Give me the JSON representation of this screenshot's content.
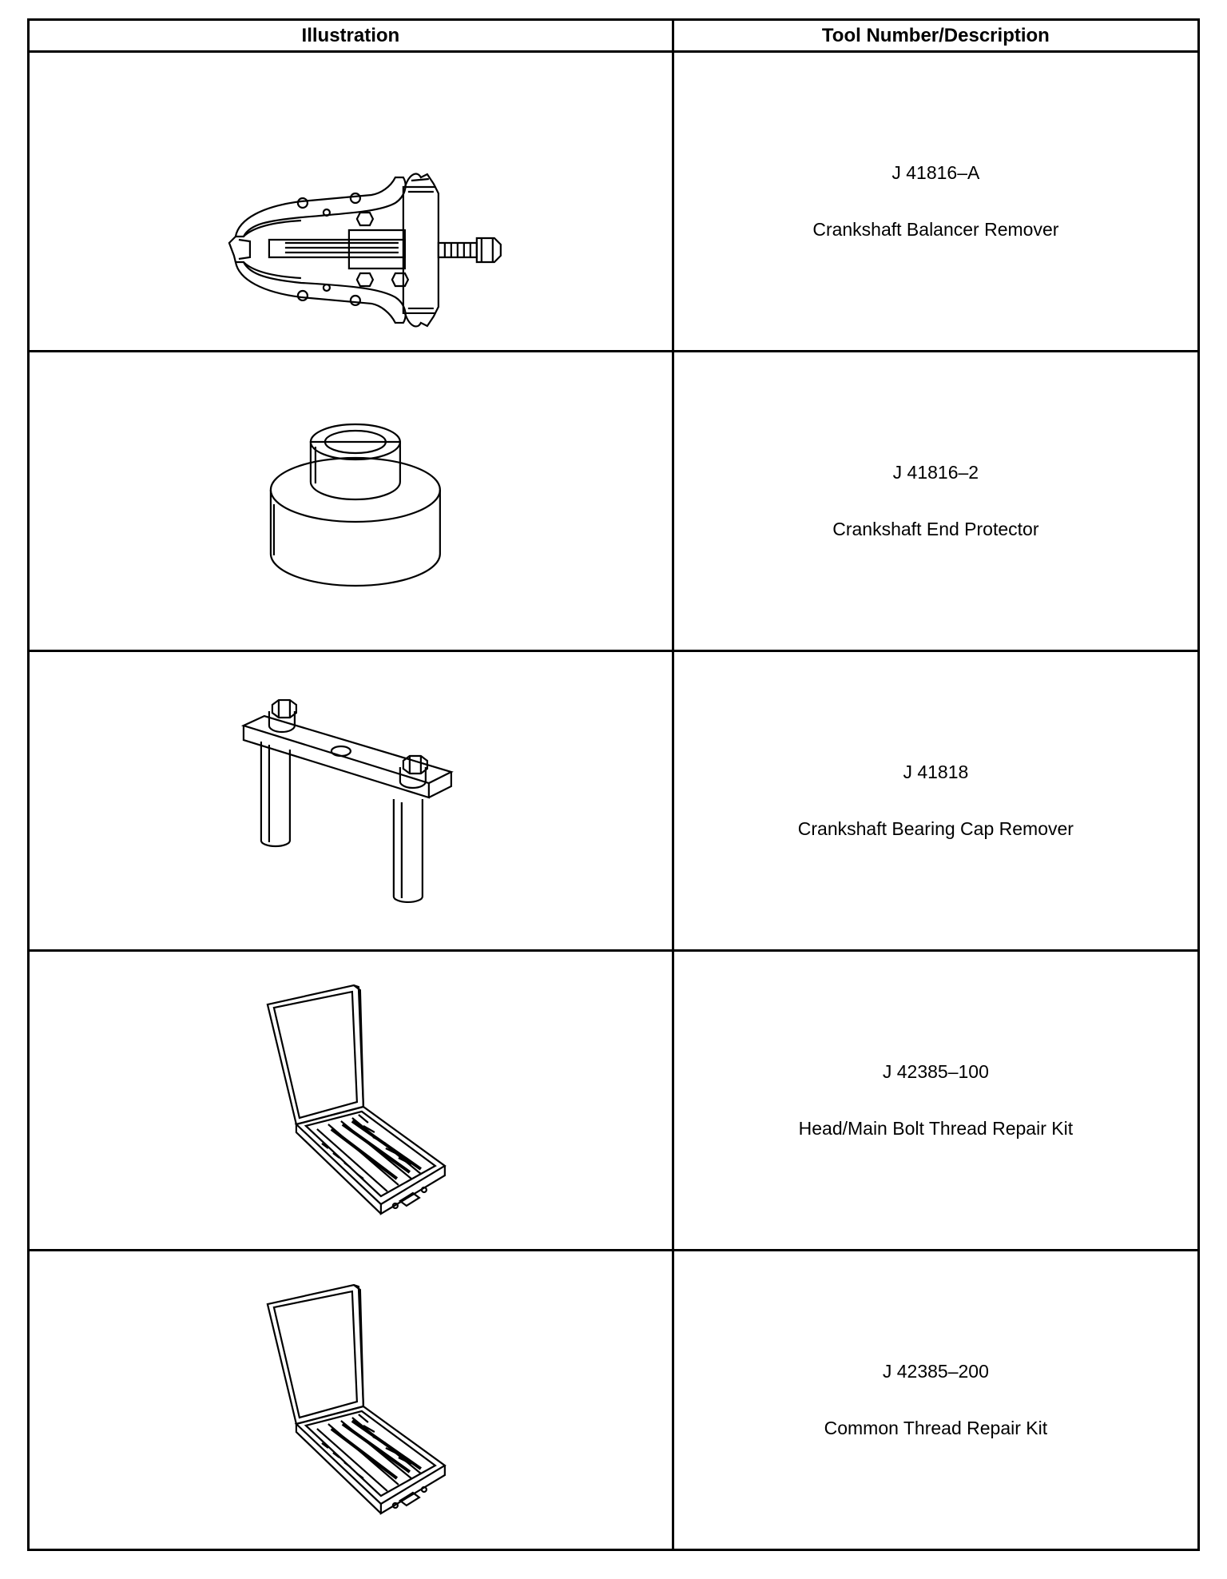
{
  "table": {
    "headers": {
      "illustration": "Illustration",
      "description": "Tool Number/Description"
    },
    "rows": [
      {
        "number": "J 41816–A",
        "description": "Crankshaft Balancer Remover",
        "icon": "puller-icon"
      },
      {
        "number": "J 41816–2",
        "description": "Crankshaft End Protector",
        "icon": "end-protector-icon"
      },
      {
        "number": "J 41818",
        "description": "Crankshaft Bearing Cap Remover",
        "icon": "cap-remover-icon"
      },
      {
        "number": "J 42385–100",
        "description": "Head/Main Bolt Thread Repair Kit",
        "icon": "repair-kit-icon"
      },
      {
        "number": "J 42385–200",
        "description": "Common Thread Repair Kit",
        "icon": "repair-kit-icon"
      }
    ]
  }
}
